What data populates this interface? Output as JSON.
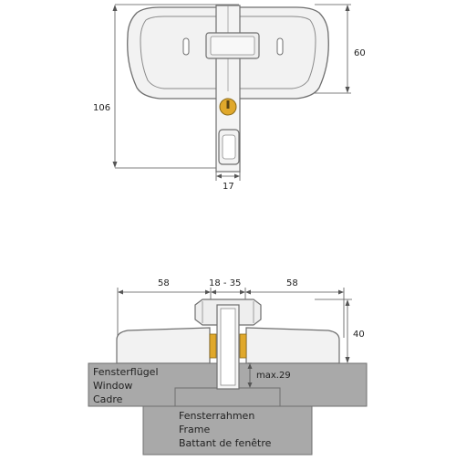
{
  "top_view": {
    "dim_height_total": "106",
    "dim_height_body": "60",
    "dim_width_stem": "17"
  },
  "side_view": {
    "dim_left": "58",
    "dim_middle": "18 - 35",
    "dim_right": "58",
    "dim_height": "40",
    "dim_gap": "max.29"
  },
  "labels": {
    "sash": [
      "Fensterflügel",
      "Window",
      "Cadre"
    ],
    "frame": [
      "Fensterrahmen",
      "Frame",
      "Battant de fenêtre"
    ]
  },
  "colors": {
    "lock_body": "#f2f2f2",
    "lock_outline": "#6f6f6f",
    "cylinder_gold": "#e0a82b",
    "window_gray": "#a9a9a9",
    "dim_line": "#555555"
  }
}
